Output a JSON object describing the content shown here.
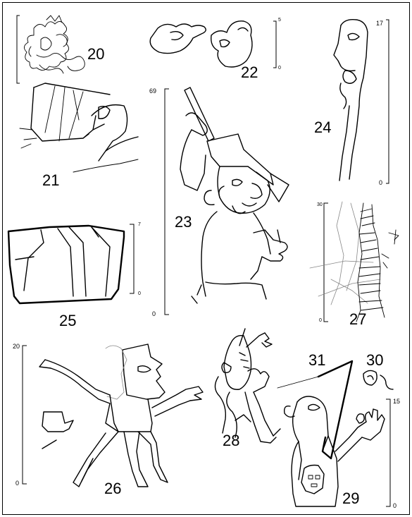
{
  "figures": {
    "f20": {
      "number": "20"
    },
    "f21": {
      "number": "21"
    },
    "f22": {
      "number": "22",
      "scale_top": "5",
      "scale_bottom": "0"
    },
    "f23": {
      "number": "23",
      "scale_top": "69",
      "scale_bottom": "0"
    },
    "f24": {
      "number": "24",
      "scale_top": "17",
      "scale_bottom": "0"
    },
    "f25": {
      "number": "25",
      "scale_top": "7",
      "scale_bottom": "0"
    },
    "f26": {
      "number": "26",
      "scale_top": "20",
      "scale_bottom": "0"
    },
    "f27": {
      "number": "27",
      "scale_top": "30",
      "scale_bottom": "0"
    },
    "f28": {
      "number": "28"
    },
    "f29": {
      "number": "29",
      "scale_top": "15",
      "scale_bottom": "0"
    },
    "f30": {
      "number": "30"
    },
    "f31": {
      "number": "31"
    }
  }
}
